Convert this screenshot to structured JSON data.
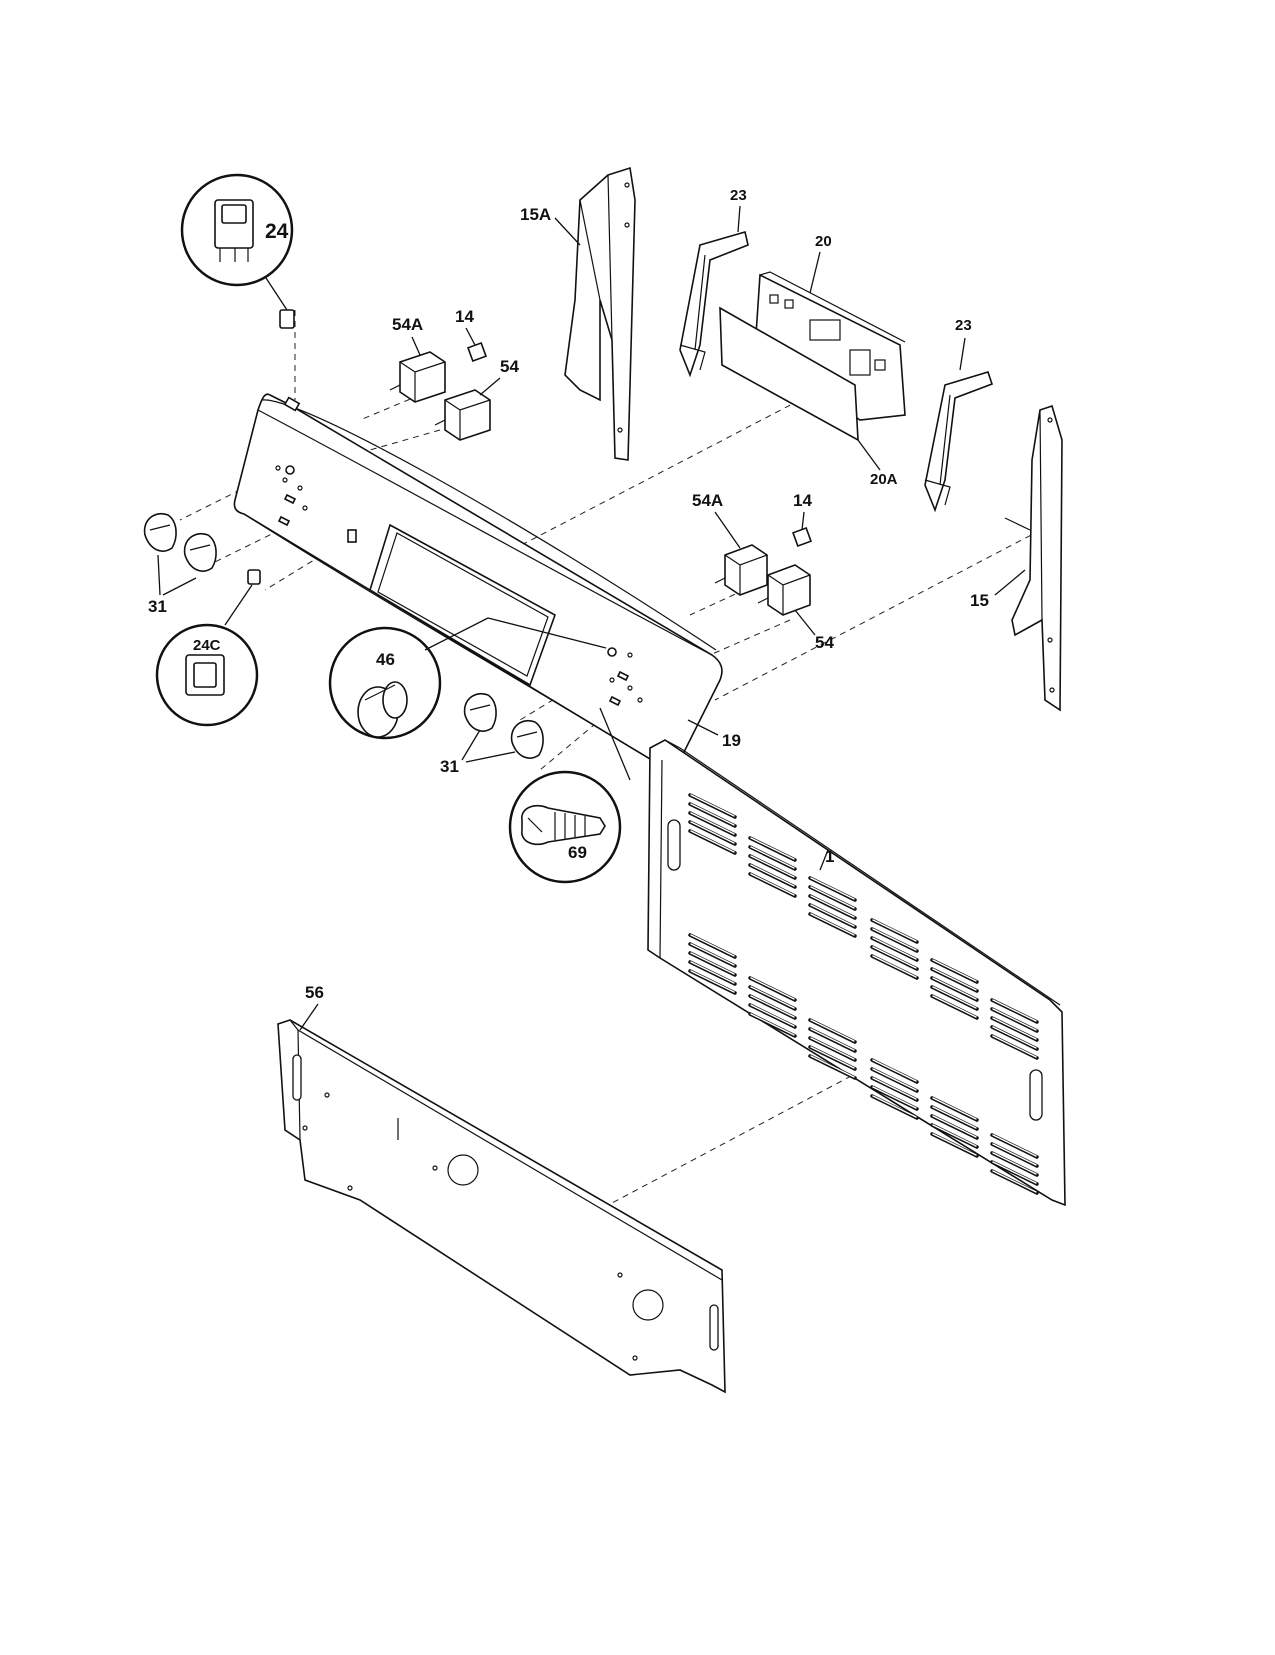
{
  "labels": {
    "p24": "24",
    "p24c": "24C",
    "p54a_left": "54A",
    "p14_left": "14",
    "p54_left": "54",
    "p15a": "15A",
    "p23_top": "23",
    "p20": "20",
    "p23_right": "23",
    "p20a": "20A",
    "p54a_right": "54A",
    "p14_right": "14",
    "p54_right": "54",
    "p15": "15",
    "p31_left": "31",
    "p46": "46",
    "p31_bottom": "31",
    "p19": "19",
    "p69": "69",
    "p1": "1",
    "p56": "56"
  },
  "colors": {
    "line": "#111111",
    "background": "#ffffff"
  }
}
